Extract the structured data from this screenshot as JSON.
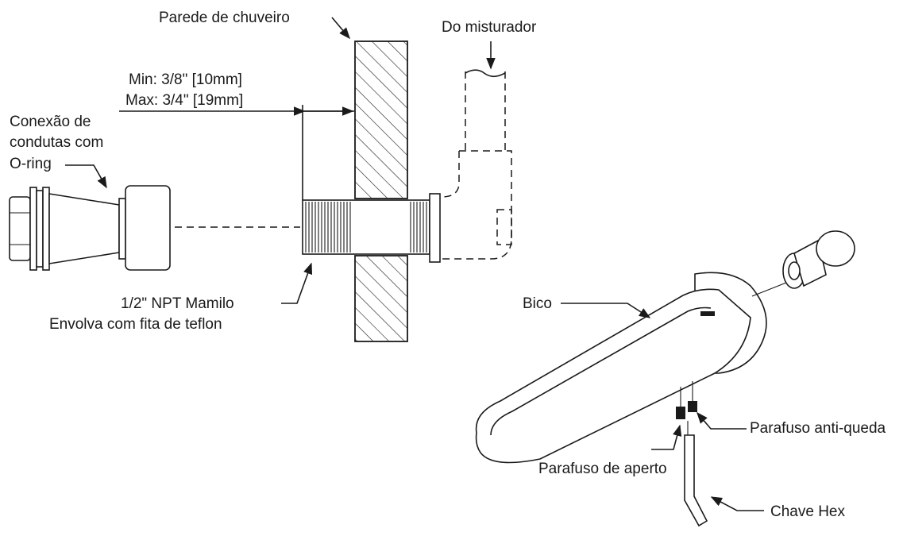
{
  "labels": {
    "wall": "Parede de chuveiro",
    "mixer": "Do misturador",
    "min": "Min: 3/8\" [10mm]",
    "max": "Max: 3/4\" [19mm]",
    "conn_line1": "Conexão de",
    "conn_line2": "condutas com",
    "conn_line3": "O-ring",
    "nipple_line1": "1/2\" NPT Mamilo",
    "nipple_line2": "Envolva com fita de teflon",
    "spout": "Bico",
    "anti_drop": "Parafuso anti-queda",
    "set_screw": "Parafuso de aperto",
    "hex_key": "Chave Hex"
  },
  "icons": {
    "arrow": "leader-arrow-icon"
  }
}
